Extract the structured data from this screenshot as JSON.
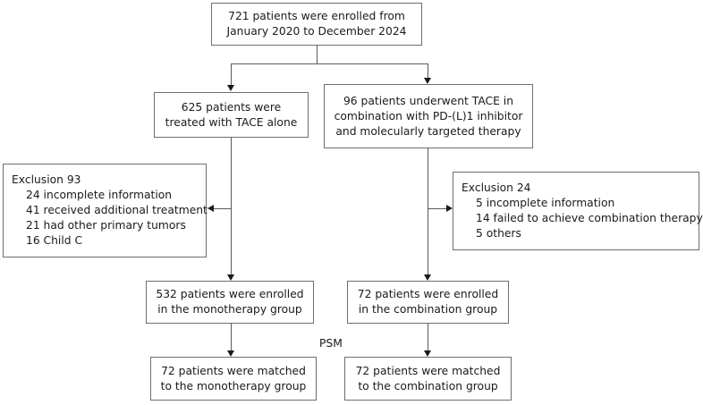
{
  "diagram": {
    "type": "flowchart",
    "title": "Patient enrollment and propensity score matching flow",
    "nodes": {
      "enrolled": {
        "line1": "721 patients were enrolled from",
        "line2": "January 2020 to December 2024"
      },
      "tace_alone": {
        "line1": "625 patients were",
        "line2": "treated with TACE alone"
      },
      "tace_combo": {
        "line1": "96 patients underwent TACE in",
        "line2": "combination with PD-(L)1 inhibitor",
        "line3": "and molecularly targeted therapy"
      },
      "exclusion_left": {
        "title": "Exclusion 93",
        "items": [
          "24 incomplete information",
          "41 received additional treatment",
          "21 had other primary tumors",
          "16 Child C"
        ]
      },
      "exclusion_right": {
        "title": "Exclusion 24",
        "items": [
          "5 incomplete information",
          "14 failed to achieve combination therapy",
          "5 others"
        ]
      },
      "mono_enrolled": {
        "line1": "532 patients were enrolled",
        "line2": "in the monotherapy group"
      },
      "combo_enrolled": {
        "line1": "72 patients were enrolled",
        "line2": "in the combination group"
      },
      "mono_matched": {
        "line1": "72 patients were matched",
        "line2": "to the monotherapy group"
      },
      "combo_matched": {
        "line1": "72 patients were matched",
        "line2": "to the combination group"
      }
    },
    "labels": {
      "psm": "PSM"
    },
    "colors": {
      "box_border": "#6e6e6e",
      "connector": "#5a5a5a",
      "text": "#1a1a1a",
      "background": "#ffffff"
    }
  }
}
